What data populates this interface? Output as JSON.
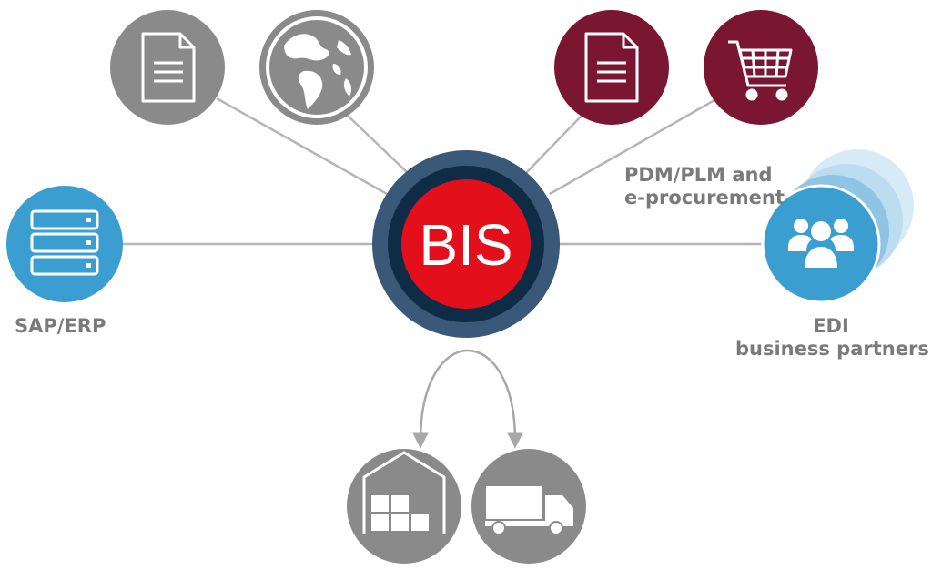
{
  "center": {
    "label": "BIS"
  },
  "labels": {
    "sap_erp": "SAP/ERP",
    "pdm_line1": "PDM/PLM and",
    "pdm_line2": "e-procurement",
    "edi_line1": "EDI",
    "edi_line2": "business partners"
  },
  "colors": {
    "gray_node": "#8a8a8a",
    "maroon_node": "#7a1632",
    "blue_node": "#3a9fd0",
    "blue_light": "#a9d3ec",
    "center_outer": "#3a5878",
    "center_ring": "#0e2c45",
    "center_core": "#e3101b",
    "connector": "#b5b5b5",
    "label": "#7a7a7a"
  },
  "nodes": [
    {
      "id": "document-gray",
      "icon": "document-icon",
      "color": "gray"
    },
    {
      "id": "globe",
      "icon": "globe-icon",
      "color": "gray"
    },
    {
      "id": "document-maroon",
      "icon": "document-icon",
      "color": "maroon"
    },
    {
      "id": "shopping-cart",
      "icon": "shopping-cart-icon",
      "color": "maroon"
    },
    {
      "id": "sap-erp",
      "icon": "server-icon",
      "color": "blue"
    },
    {
      "id": "edi-partners",
      "icon": "people-icon",
      "color": "blue"
    },
    {
      "id": "warehouse",
      "icon": "warehouse-icon",
      "color": "gray"
    },
    {
      "id": "truck",
      "icon": "truck-icon",
      "color": "gray"
    }
  ]
}
